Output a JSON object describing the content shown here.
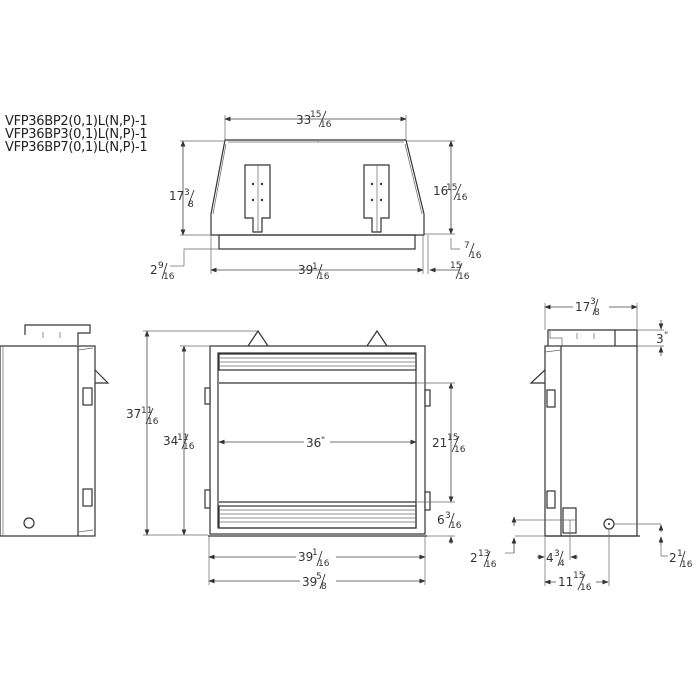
{
  "models": [
    "VFP36BP2(0,1)L(N,P)-1",
    "VFP36BP3(0,1)L(N,P)-1",
    "VFP36BP7(0,1)L(N,P)-1"
  ],
  "top_view": {
    "top_width": {
      "whole": "33",
      "num": "15",
      "den": "16"
    },
    "left_depth": {
      "whole": "17",
      "num": "3",
      "den": "8"
    },
    "right_depth": {
      "whole": "16",
      "num": "15",
      "den": "16"
    },
    "front_offset": {
      "whole": "",
      "num": "7",
      "den": "16"
    },
    "left_offset": {
      "whole": "2",
      "num": "9",
      "den": "16"
    },
    "bottom_width": {
      "whole": "39",
      "num": "1",
      "den": "16"
    },
    "right_offset": {
      "whole": "",
      "num": "15",
      "den": "16"
    }
  },
  "front_view": {
    "overall_height": {
      "whole": "37",
      "num": "11",
      "den": "16"
    },
    "body_height": {
      "whole": "34",
      "num": "11",
      "den": "16"
    },
    "opening_width": {
      "whole": "36",
      "num": "",
      "den": ""
    },
    "opening_height": {
      "whole": "21",
      "num": "15",
      "den": "16"
    },
    "bottom_grille": {
      "whole": "6",
      "num": "3",
      "den": "16"
    },
    "inner_width": {
      "whole": "39",
      "num": "1",
      "den": "16"
    },
    "outer_width": {
      "whole": "39",
      "num": "5",
      "den": "8"
    }
  },
  "side_view": {
    "depth": {
      "whole": "17",
      "num": "3",
      "den": "8"
    },
    "top_flange": {
      "whole": "3",
      "num": "",
      "den": ""
    },
    "gas_height_left": {
      "whole": "2",
      "num": "13",
      "den": "16"
    },
    "gas_offset": {
      "whole": "4",
      "num": "3",
      "den": "4"
    },
    "gas_depth": {
      "whole": "11",
      "num": "15",
      "den": "16"
    },
    "gas_height_right": {
      "whole": "2",
      "num": "1",
      "den": "16"
    }
  },
  "inch_mark": "\""
}
